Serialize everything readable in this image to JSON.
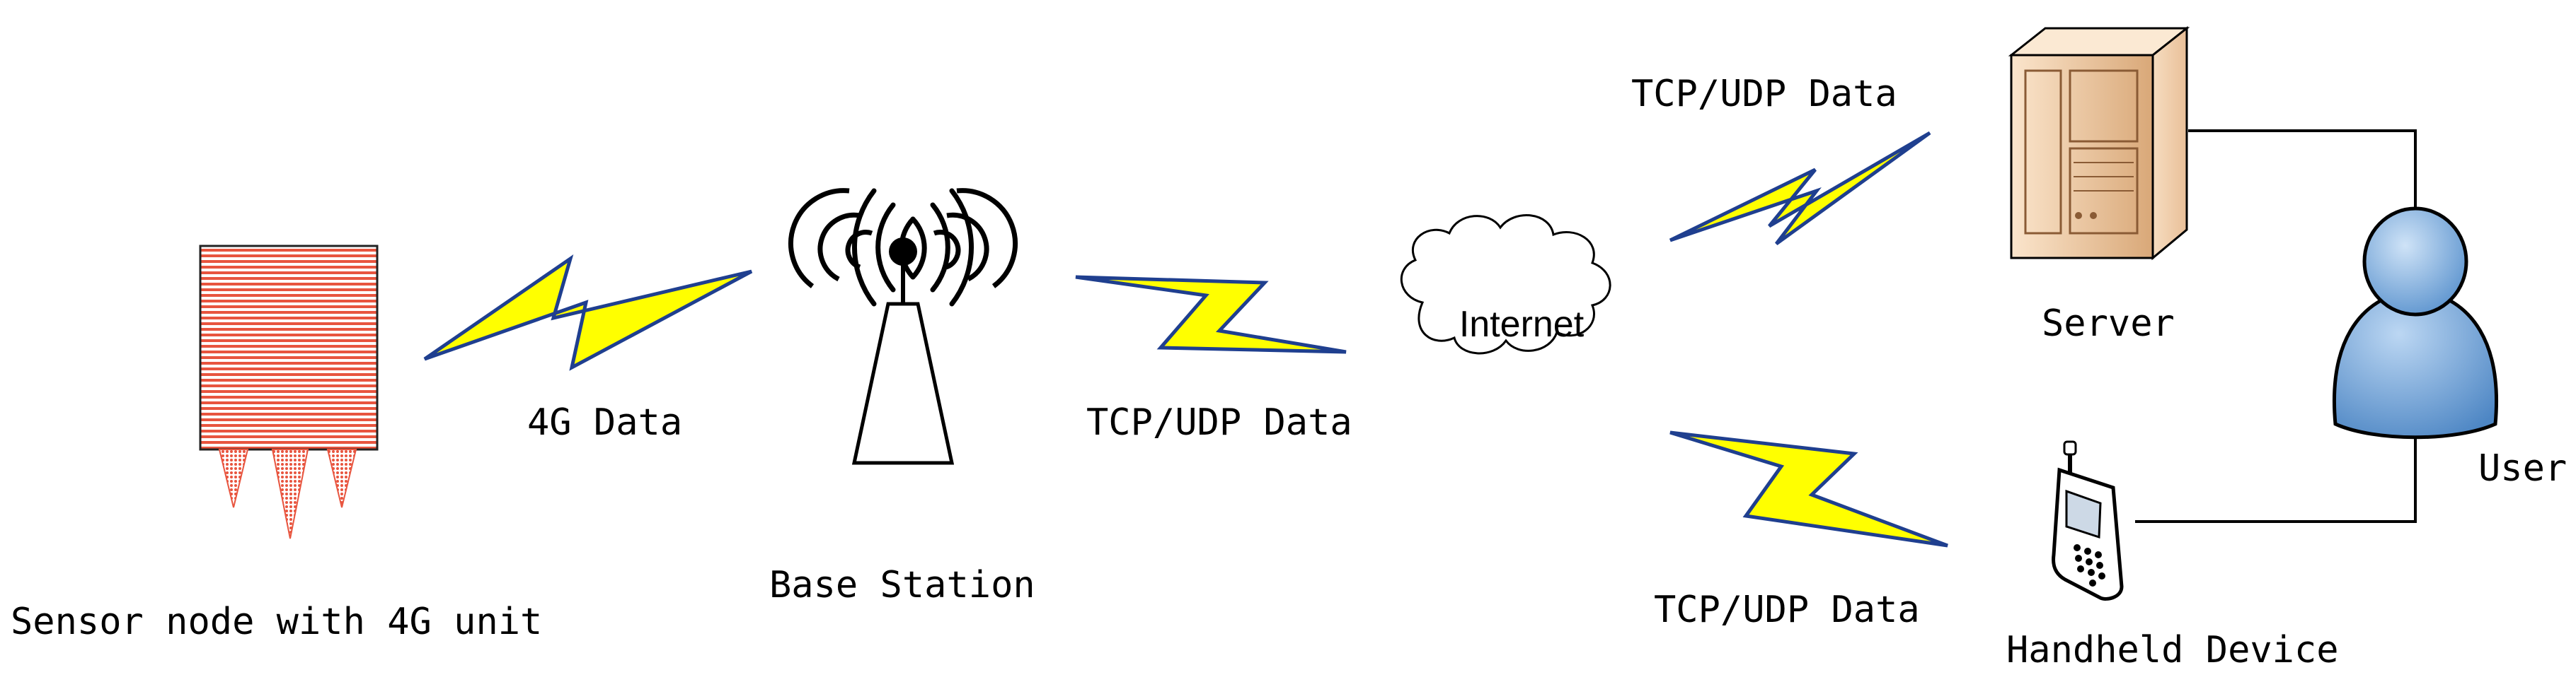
{
  "labels": {
    "sensor": "Sensor node with 4G unit",
    "link_4g": "4G Data",
    "base_station": "Base Station",
    "link_bs_internet": "TCP/UDP Data",
    "internet": "Internet",
    "link_internet_server": "TCP/UDP Data",
    "link_internet_handheld": "TCP/UDP Data",
    "server": "Server",
    "user": "User",
    "handheld": "Handheld Device"
  },
  "colors": {
    "lightning_fill": "#ffff00",
    "lightning_stroke": "#1f3f8f",
    "sensor_stripe": "#e8553f",
    "server_body": "#f0d2b2",
    "user_body": "#5e95cf",
    "line": "#000000"
  },
  "icons": [
    "sensor-node-icon",
    "antenna-tower-icon",
    "cloud-icon",
    "server-icon",
    "user-icon",
    "mobile-phone-icon",
    "lightning-bolt-icon"
  ]
}
